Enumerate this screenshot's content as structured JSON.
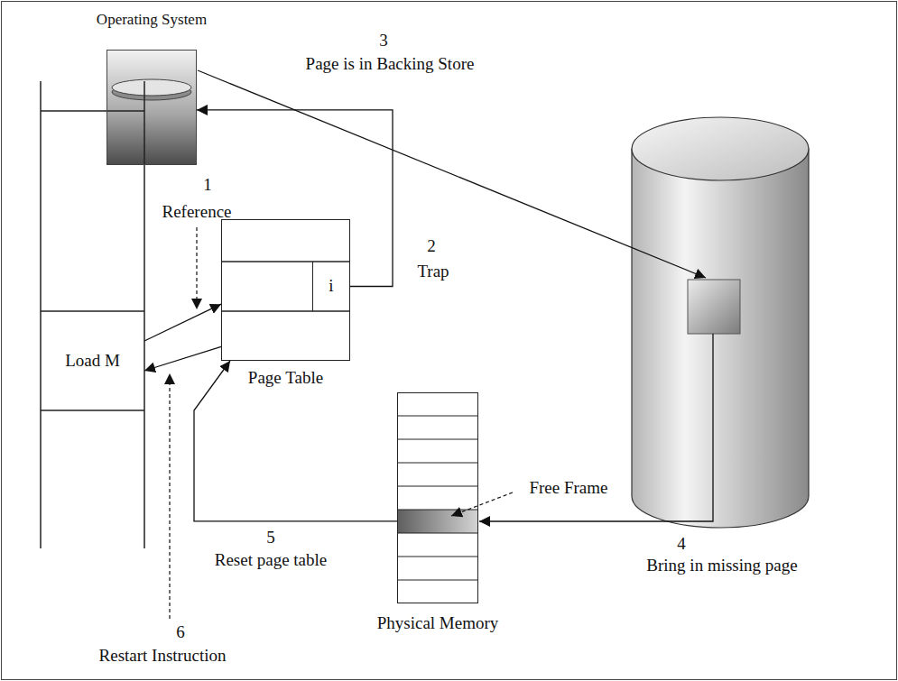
{
  "diagram": {
    "nodes": [
      {
        "text": [
          "Operating System"
        ]
      },
      {
        "text": [
          "Load M"
        ]
      },
      {
        "text": [
          "Page Table"
        ]
      },
      {
        "text": [
          "i"
        ],
        "in": 2
      },
      {
        "text": [
          "Physical Memory"
        ]
      }
    ],
    "edges": [
      {
        "from": 1,
        "to": 2,
        "arrow": "to"
      },
      {
        "from": 2,
        "to": 1,
        "arrow": "to"
      },
      {
        "from": 3,
        "to": 0,
        "arrow": "to"
      },
      {
        "from": 4,
        "to": 2,
        "arrow": "to"
      }
    ],
    "labels": [
      "1",
      "Reference",
      "2",
      "Trap",
      "3",
      "Page is in Backing Store",
      "4",
      "Bring in missing page",
      "5",
      "Reset page table",
      "6",
      "Restart Instruction",
      "Free Frame"
    ]
  }
}
